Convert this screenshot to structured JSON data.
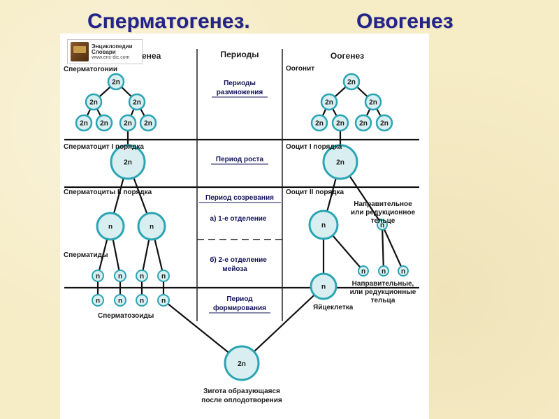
{
  "titles": {
    "left": "Сперматогенез.",
    "right": "Овогенез"
  },
  "logo": {
    "line1": "Энциклопедии",
    "line2": "Словари",
    "url": "www.enc-dic.com"
  },
  "columns": {
    "left": "енеа",
    "middle": "Периоды",
    "right": "Оогенез"
  },
  "left_labels": {
    "spermatogonia": "Сперматогонии",
    "spermatocyte1": "Сперматоцит I порядка",
    "spermatocytes2": "Сперматоциты II порядка",
    "spermatids": "Сперматиды",
    "spermatozoa": "Сперматозоиды"
  },
  "right_labels": {
    "oogonia": "Оогонит",
    "oocyte1": "Ооцит I порядка",
    "oocyte2": "Ооцит II порядка",
    "polar1_line1": "Направительное",
    "polar1_line2": "или редукционное",
    "polar1_line3": "тельце",
    "polar2_line1": "Направительные,",
    "polar2_line2": "или редукционные",
    "polar2_line3": "тельца",
    "egg": "Яйцеклетка"
  },
  "periods": {
    "reproduction_line1": "Периоды",
    "reproduction_line2": "размножения",
    "growth": "Период роста",
    "maturation": "Период созревания",
    "division1": "а) 1-е отделение",
    "division2_line1": "б) 2-е отделение",
    "division2_line2": "мейоза",
    "formation_line1": "Период",
    "formation_line2": "формирования"
  },
  "zygote": {
    "line1": "Зигота образующаяся",
    "line2": "после оплодотворения"
  },
  "ploidy": {
    "diploid": "2n",
    "haploid": "n"
  },
  "colors": {
    "background": "#f6ecc6",
    "title": "#23238a",
    "circle_fill": "#d8eef0",
    "circle_stroke": "#2aa5b3",
    "period_text": "#14145a"
  }
}
